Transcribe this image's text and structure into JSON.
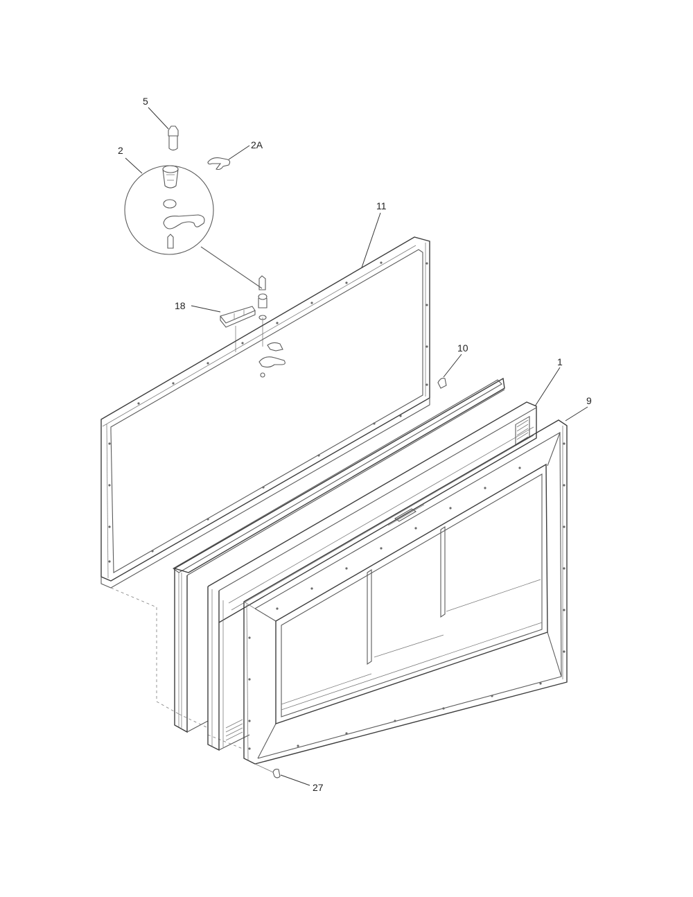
{
  "callouts": [
    {
      "id": "c-5",
      "text": "5"
    },
    {
      "id": "c-2A",
      "text": "2A"
    },
    {
      "id": "c-2",
      "text": "2"
    },
    {
      "id": "c-11",
      "text": "11"
    },
    {
      "id": "c-18",
      "text": "18"
    },
    {
      "id": "c-10",
      "text": "10"
    },
    {
      "id": "c-1",
      "text": "1"
    },
    {
      "id": "c-9",
      "text": "9"
    },
    {
      "id": "c-27",
      "text": "27"
    }
  ]
}
